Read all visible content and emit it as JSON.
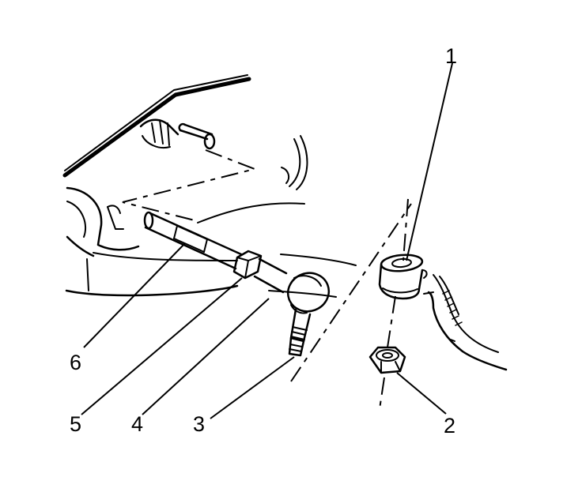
{
  "diagram": {
    "callouts": [
      {
        "id": "1",
        "label": "1",
        "part": "boot-seal"
      },
      {
        "id": "2",
        "label": "2",
        "part": "nut"
      },
      {
        "id": "3",
        "label": "3",
        "part": "ball-stud"
      },
      {
        "id": "4",
        "label": "4",
        "part": "outer-tie-rod-end"
      },
      {
        "id": "5",
        "label": "5",
        "part": "jam-nut"
      },
      {
        "id": "6",
        "label": "6",
        "part": "inner-tie-rod"
      }
    ],
    "colors": {
      "line": "#000000",
      "background": "#ffffff"
    }
  }
}
